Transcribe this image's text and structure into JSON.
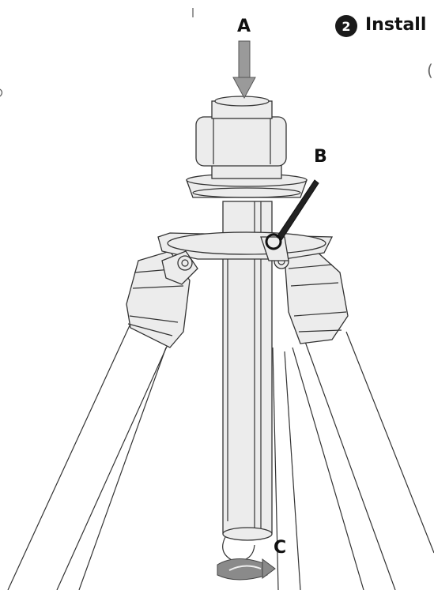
{
  "step": {
    "number": "2",
    "title": "Install"
  },
  "labels": {
    "a": "A",
    "b": "B",
    "c": "C"
  },
  "partial_glyph": "(",
  "colors": {
    "arrow_fill": "#9a9a9a",
    "step_badge": "#1a1a1a",
    "line": "#333333"
  }
}
